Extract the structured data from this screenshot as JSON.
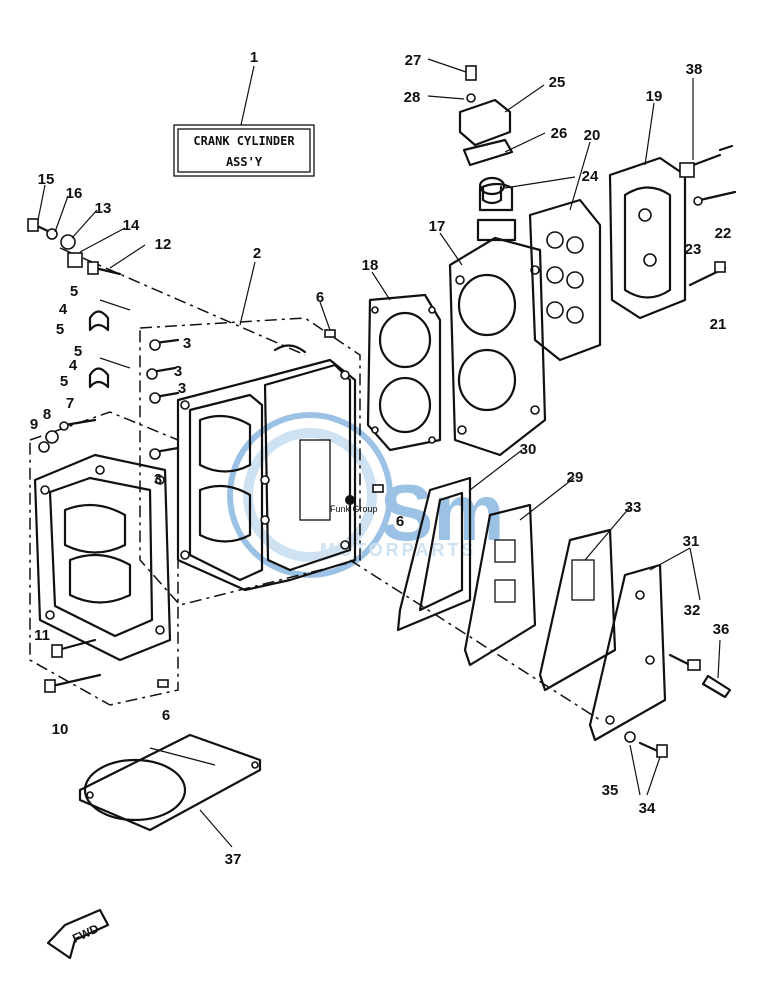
{
  "title_box": {
    "line1": "CRANK CYLINDER",
    "line2": "ASS'Y"
  },
  "fwd_label": "FWD",
  "watermark": {
    "brand": "Sm",
    "sub": "MOTORPARTS",
    "colors": {
      "blue": "#4a8fd0",
      "light": "#a9cce8"
    }
  },
  "stamp_text": "Funk Group",
  "callouts": {
    "c1": "1",
    "c2": "2",
    "c3a": "3",
    "c3b": "3",
    "c3c": "3",
    "c3d": "3",
    "c4a": "4",
    "c4b": "4",
    "c5a": "5",
    "c5b": "5",
    "c5c": "5",
    "c5d": "5",
    "c6a": "6",
    "c6b": "6",
    "c6c": "6",
    "c7": "7",
    "c8": "8",
    "c9": "9",
    "c10": "10",
    "c11": "11",
    "c12": "12",
    "c13": "13",
    "c14": "14",
    "c15": "15",
    "c16": "16",
    "c17": "17",
    "c18": "18",
    "c19": "19",
    "c20": "20",
    "c21": "21",
    "c22": "22",
    "c23": "23",
    "c24": "24",
    "c25": "25",
    "c26": "26",
    "c27": "27",
    "c28": "28",
    "c29": "29",
    "c30": "30",
    "c31": "31",
    "c32": "32",
    "c33": "33",
    "c34": "34",
    "c35": "35",
    "c36": "36",
    "c37": "37",
    "c38": "38"
  }
}
